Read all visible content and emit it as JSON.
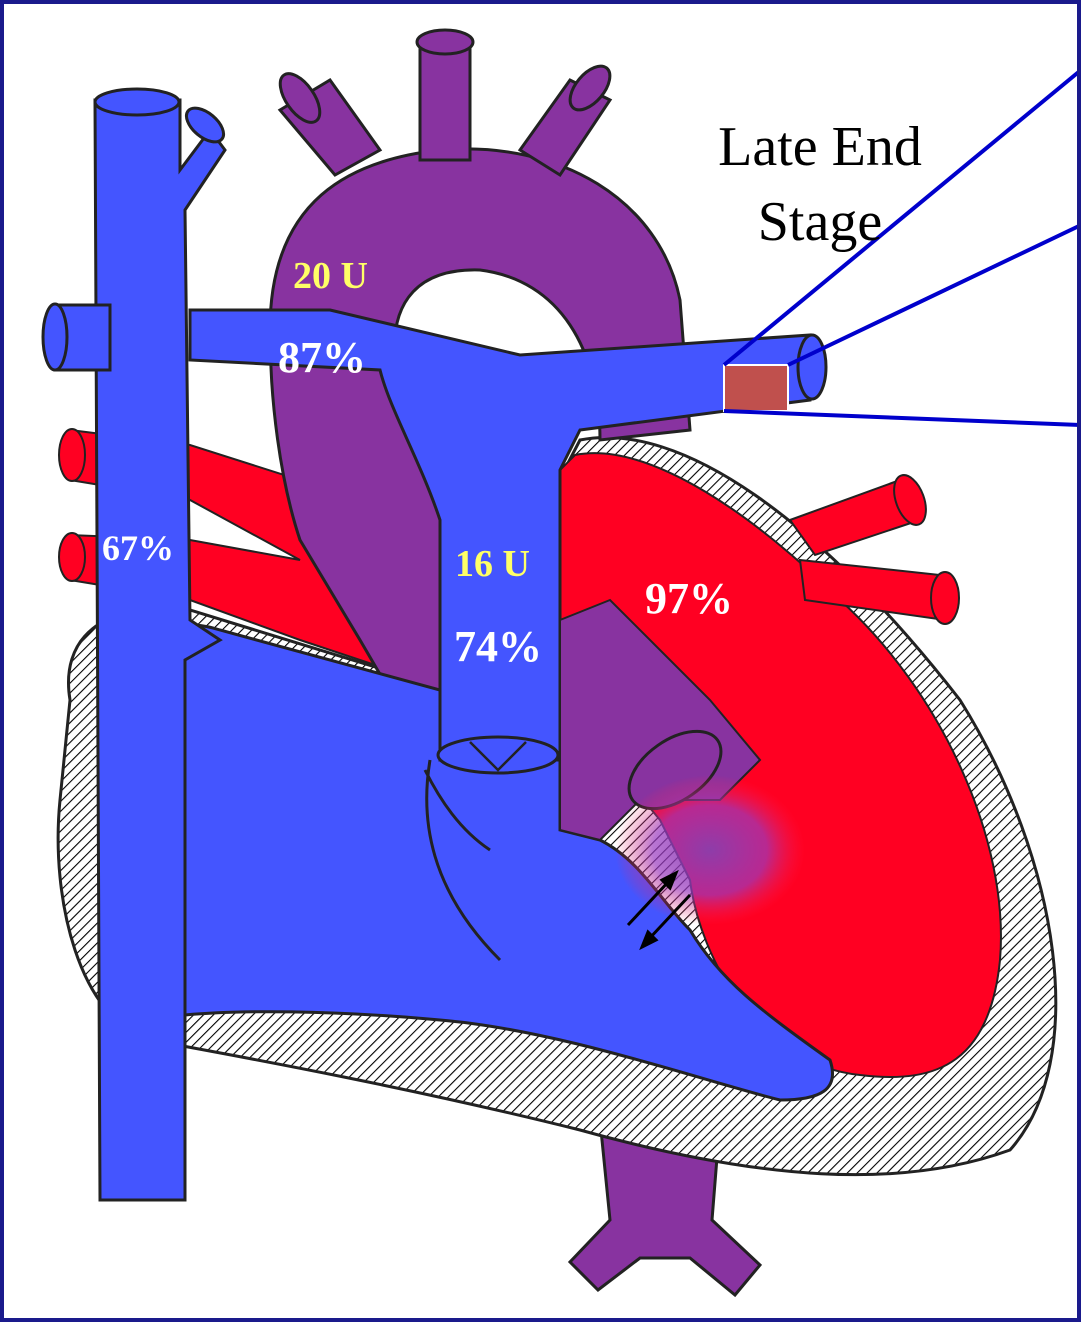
{
  "title": {
    "line1": "Late End",
    "line2": "Stage"
  },
  "labels": {
    "svc_sat": "67%",
    "aorta_units": "20 U",
    "aorta_sat": "87%",
    "pa_units": "16 U",
    "pa_sat": "74%",
    "la_sat": "97%"
  },
  "colors": {
    "frame": "#1a1a8c",
    "deoxygenated": "#4455ff",
    "oxygenated": "#ff0022",
    "mixed": "#8833a0",
    "highlight_box": "#c0504d",
    "callout_lines": "#0000cc",
    "units_text": "#ffff66",
    "sat_text": "#ffffff"
  },
  "icons": [
    "bidirectional-shunt-arrows-icon"
  ]
}
